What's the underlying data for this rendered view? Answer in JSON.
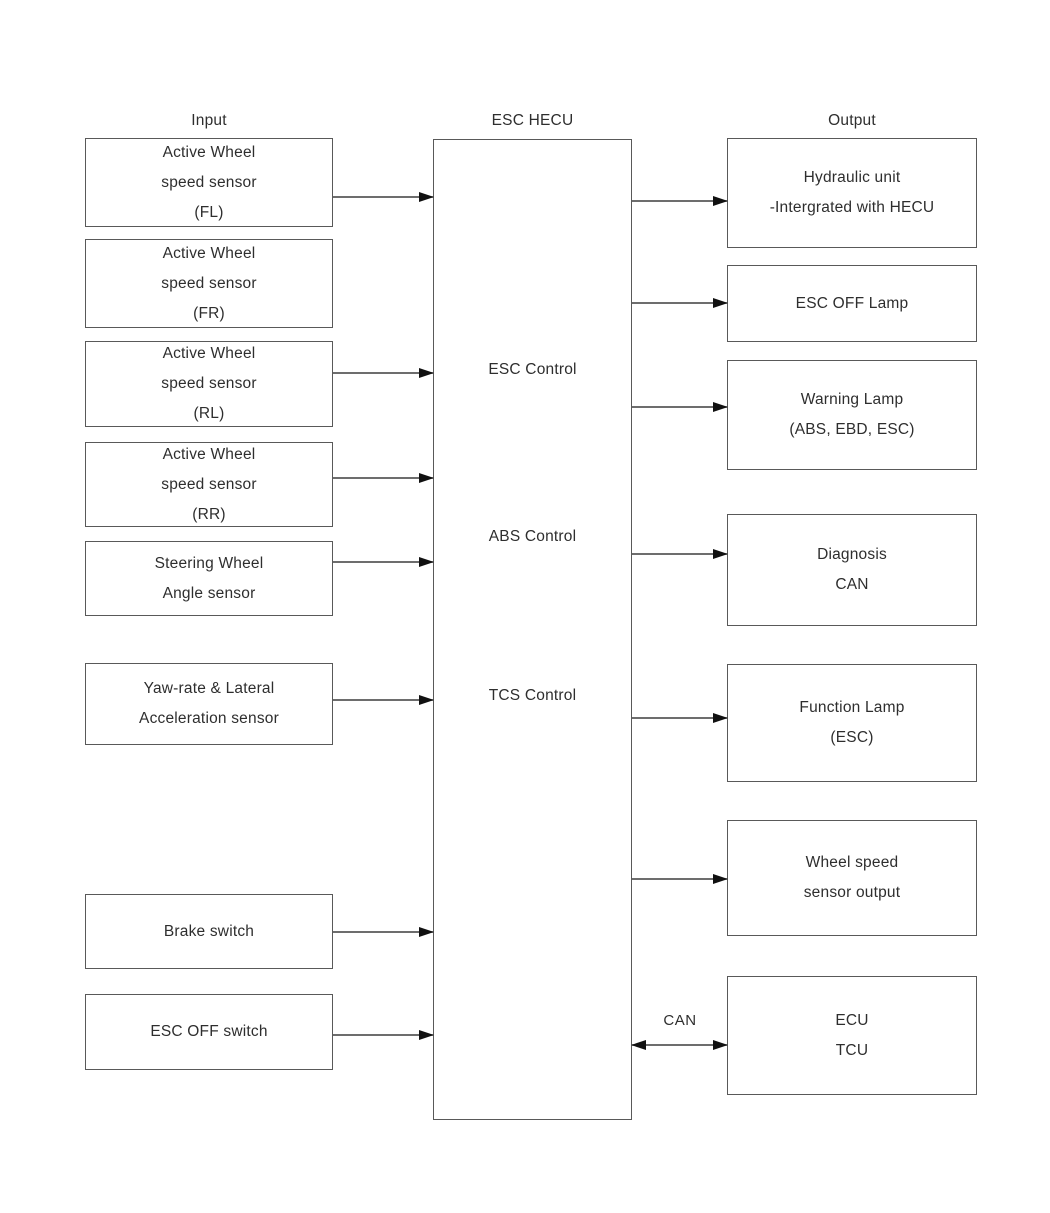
{
  "diagram": {
    "headers": {
      "input": "Input",
      "hecu": "ESC HECU",
      "output": "Output"
    },
    "hecu_functions": [
      "ESC Control",
      "ABS Control",
      "TCS Control"
    ],
    "inputs": [
      {
        "lines": [
          "Active Wheel",
          "speed sensor",
          "(FL)"
        ]
      },
      {
        "lines": [
          "Active Wheel",
          "speed sensor",
          "(FR)"
        ]
      },
      {
        "lines": [
          "Active Wheel",
          "speed sensor",
          "(RL)"
        ]
      },
      {
        "lines": [
          "Active Wheel",
          "speed sensor",
          "(RR)"
        ]
      },
      {
        "lines": [
          "Steering Wheel",
          "Angle sensor"
        ]
      },
      {
        "lines": [
          "Yaw-rate & Lateral",
          "Acceleration sensor"
        ]
      },
      {
        "lines": [
          "Brake switch"
        ]
      },
      {
        "lines": [
          "ESC OFF switch"
        ]
      }
    ],
    "outputs": [
      {
        "lines": [
          "Hydraulic unit",
          "-Intergrated with HECU"
        ]
      },
      {
        "lines": [
          "ESC OFF Lamp"
        ]
      },
      {
        "lines": [
          "Warning Lamp",
          "(ABS, EBD, ESC)"
        ]
      },
      {
        "lines": [
          "Diagnosis",
          "CAN"
        ]
      },
      {
        "lines": [
          "Function Lamp",
          "(ESC)"
        ]
      },
      {
        "lines": [
          "Wheel speed",
          "sensor output"
        ]
      },
      {
        "lines": [
          "ECU",
          "TCU"
        ]
      }
    ],
    "can_label": "CAN",
    "connections": [
      {
        "id": "in-fl",
        "from": "Active Wheel speed sensor (FL)",
        "to": "ESC HECU",
        "bidirectional": false
      },
      {
        "id": "in-rl",
        "from": "Active Wheel speed sensor (RL)",
        "to": "ESC HECU",
        "bidirectional": false
      },
      {
        "id": "in-rr",
        "from": "Active Wheel speed sensor (RR)",
        "to": "ESC HECU",
        "bidirectional": false
      },
      {
        "id": "in-sw",
        "from": "Steering Wheel Angle sensor",
        "to": "ESC HECU",
        "bidirectional": false
      },
      {
        "id": "in-yaw",
        "from": "Yaw-rate & Lateral Acceleration sensor",
        "to": "ESC HECU",
        "bidirectional": false
      },
      {
        "id": "in-brk",
        "from": "Brake switch",
        "to": "ESC HECU",
        "bidirectional": false
      },
      {
        "id": "in-escoff",
        "from": "ESC OFF switch",
        "to": "ESC HECU",
        "bidirectional": false
      },
      {
        "id": "out-hyd",
        "from": "ESC HECU",
        "to": "Hydraulic unit -Intergrated with HECU",
        "bidirectional": false
      },
      {
        "id": "out-lamp",
        "from": "ESC HECU",
        "to": "ESC OFF Lamp",
        "bidirectional": false
      },
      {
        "id": "out-warn",
        "from": "ESC HECU",
        "to": "Warning Lamp (ABS, EBD, ESC)",
        "bidirectional": false
      },
      {
        "id": "out-diag",
        "from": "ESC HECU",
        "to": "Diagnosis CAN",
        "bidirectional": false
      },
      {
        "id": "out-func",
        "from": "ESC HECU",
        "to": "Function Lamp (ESC)",
        "bidirectional": false
      },
      {
        "id": "out-wss",
        "from": "ESC HECU",
        "to": "Wheel speed sensor output",
        "bidirectional": false
      },
      {
        "id": "can",
        "from": "ESC HECU",
        "to": "ECU TCU",
        "bidirectional": true,
        "label": "CAN"
      }
    ]
  },
  "colors": {
    "background": "#ffffff",
    "box_border": "#595959",
    "line": "#3d3d3d",
    "arrowhead": "#111111",
    "text": "#2e2e2e"
  }
}
